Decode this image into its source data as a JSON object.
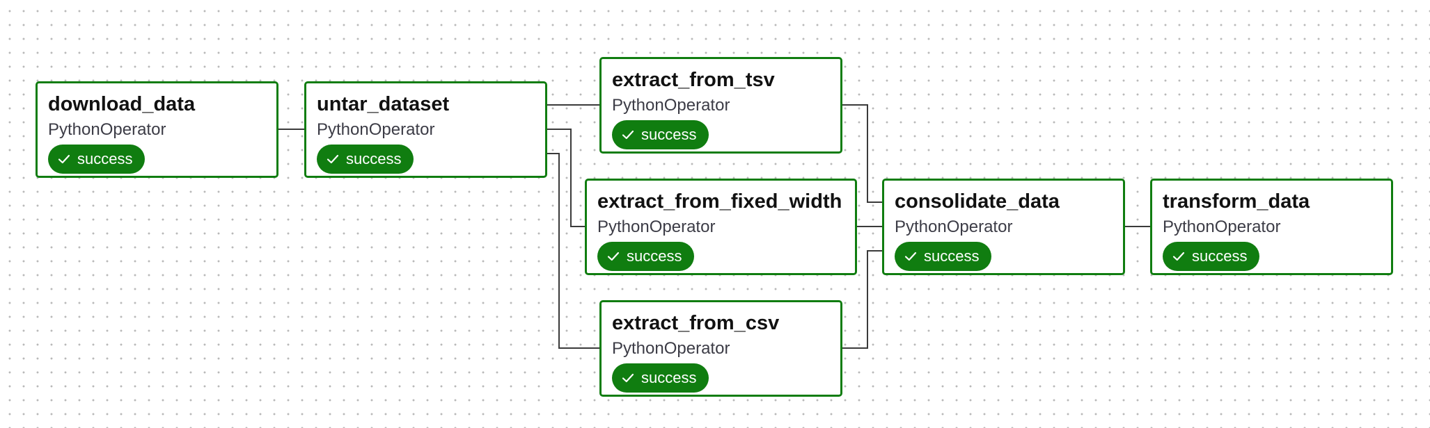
{
  "colors": {
    "success": "#107d10",
    "edge": "#3a3a3a",
    "grid_dot": "#b9b9b9"
  },
  "nodes": {
    "download_data": {
      "name": "download_data",
      "operator": "PythonOperator",
      "state": "success"
    },
    "untar_dataset": {
      "name": "untar_dataset",
      "operator": "PythonOperator",
      "state": "success"
    },
    "extract_from_tsv": {
      "name": "extract_from_tsv",
      "operator": "PythonOperator",
      "state": "success"
    },
    "extract_from_fixed_width": {
      "name": "extract_from_fixed_width",
      "operator": "PythonOperator",
      "state": "success"
    },
    "extract_from_csv": {
      "name": "extract_from_csv",
      "operator": "PythonOperator",
      "state": "success"
    },
    "consolidate_data": {
      "name": "consolidate_data",
      "operator": "PythonOperator",
      "state": "success"
    },
    "transform_data": {
      "name": "transform_data",
      "operator": "PythonOperator",
      "state": "success"
    }
  },
  "edges": [
    {
      "from": "download_data",
      "to": "untar_dataset"
    },
    {
      "from": "untar_dataset",
      "to": "extract_from_tsv"
    },
    {
      "from": "untar_dataset",
      "to": "extract_from_fixed_width"
    },
    {
      "from": "untar_dataset",
      "to": "extract_from_csv"
    },
    {
      "from": "extract_from_tsv",
      "to": "consolidate_data"
    },
    {
      "from": "extract_from_fixed_width",
      "to": "consolidate_data"
    },
    {
      "from": "extract_from_csv",
      "to": "consolidate_data"
    },
    {
      "from": "consolidate_data",
      "to": "transform_data"
    }
  ]
}
